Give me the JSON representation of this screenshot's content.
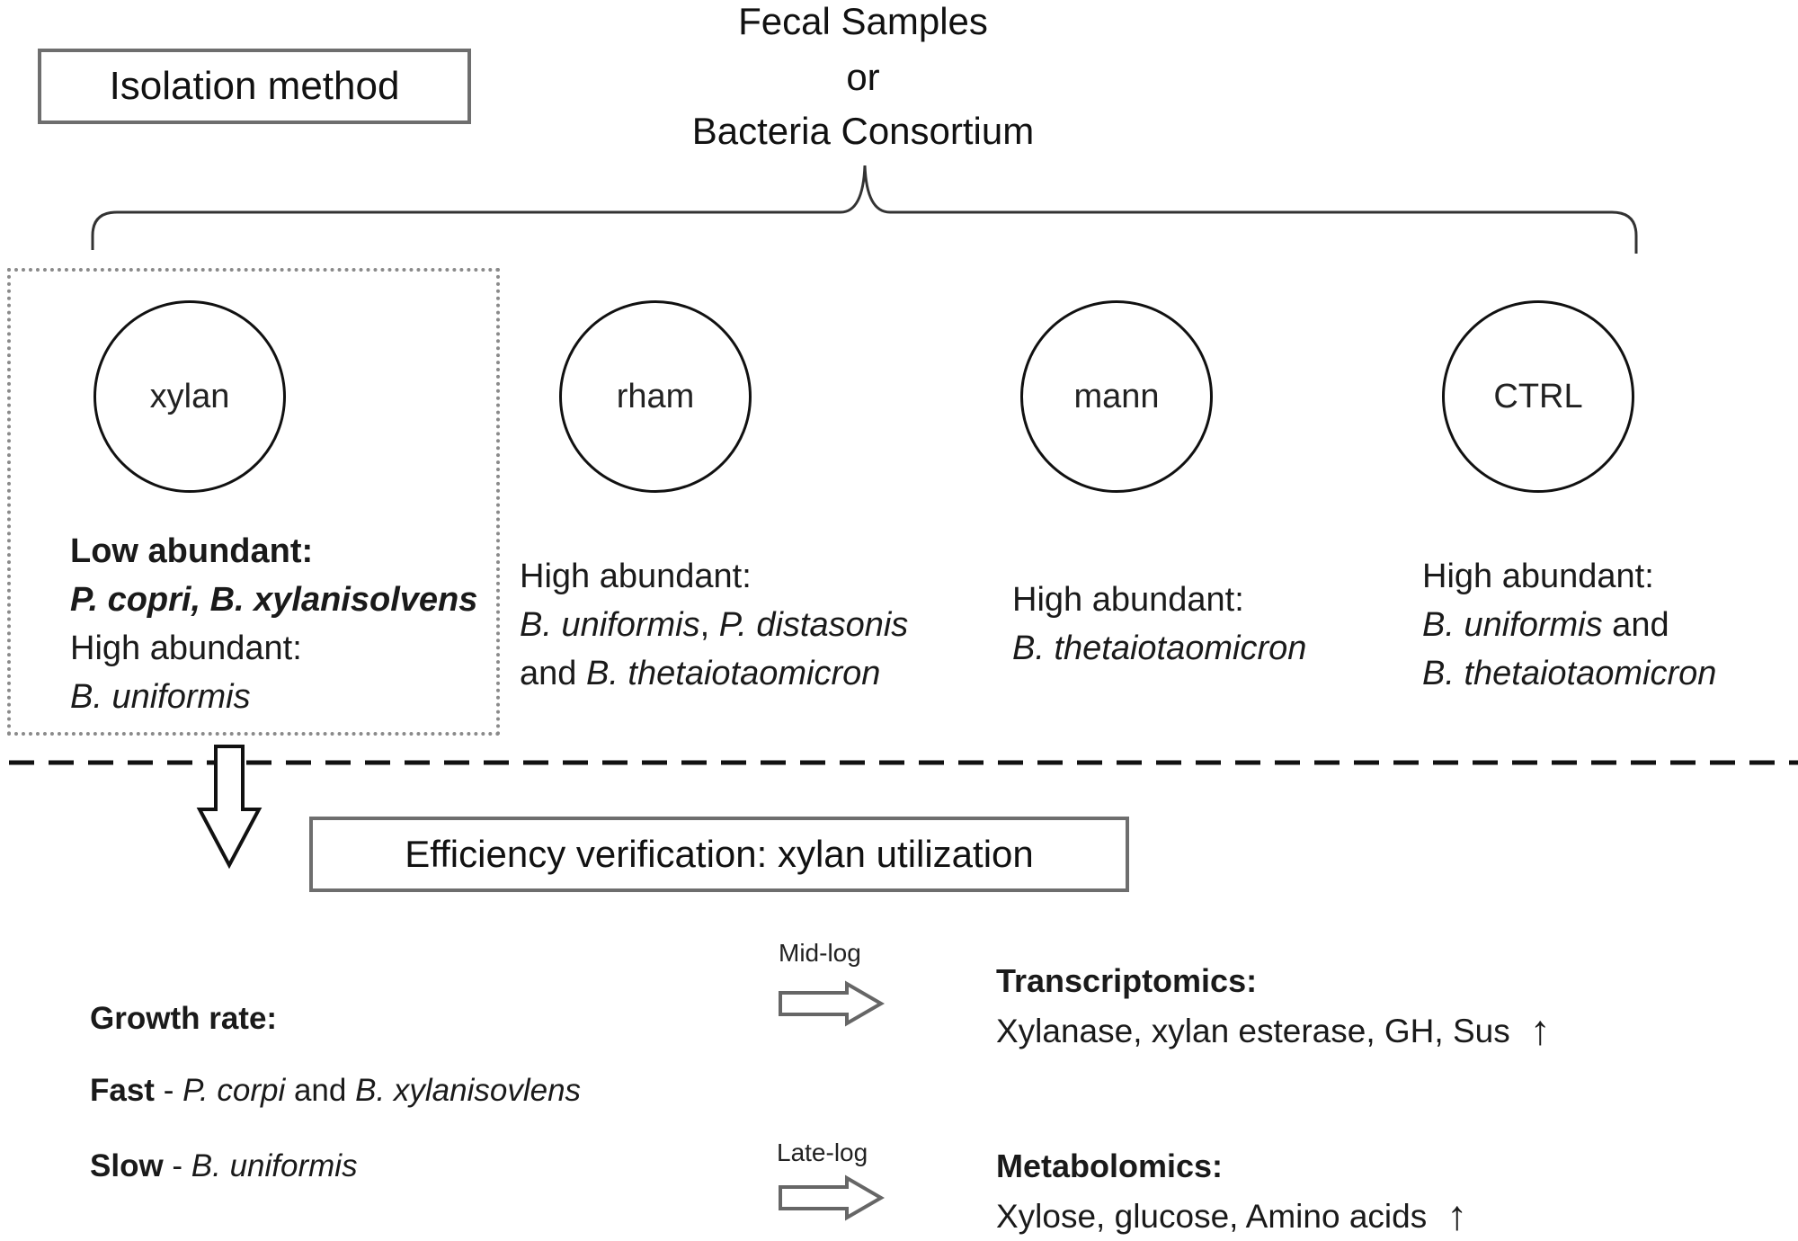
{
  "source": {
    "line1": "Fecal Samples",
    "line2": "or",
    "line3": "Bacteria Consortium"
  },
  "isolation_label": "Isolation method",
  "conditions": [
    {
      "name": "xylan"
    },
    {
      "name": "rham"
    },
    {
      "name": "mann"
    },
    {
      "name": "CTRL"
    }
  ],
  "xylan_text": {
    "low_label": "Low abundant:",
    "low_species": "P. copri, B. xylanisolvens",
    "high_label": "High abundant:",
    "high_species": "B. uniformis"
  },
  "rham_text": {
    "high_label": "High abundant:",
    "species_a": "B. uniformis",
    "sep_a": ", ",
    "species_b": "P. distasonis",
    "conj": "and ",
    "species_c": "B. thetaiotaomicron"
  },
  "mann_text": {
    "high_label": "High abundant:",
    "species": "B. thetaiotaomicron"
  },
  "ctrl_text": {
    "high_label": "High abundant:",
    "species_a": "B. uniformis",
    "conj": " and",
    "species_b": "B. thetaiotaomicron"
  },
  "efficiency_label": "Efficiency verification: xylan utilization",
  "growth": {
    "title": "Growth rate:",
    "fast_label": "Fast",
    "fast_dash": " - ",
    "fast_species_a": "P. corpi",
    "fast_conj": " and ",
    "fast_species_b": "B. xylanisovlens",
    "slow_label": "Slow",
    "slow_dash": " - ",
    "slow_species": "B. uniformis"
  },
  "arrows": {
    "mid": "Mid-log",
    "late": "Late-log"
  },
  "transcriptomics": {
    "title": "Transcriptomics:",
    "items": "Xylanase, xylan esterase, GH, Sus",
    "up": "↑"
  },
  "metabolomics": {
    "title": "Metabolomics:",
    "items": "Xylose, glucose, Amino acids",
    "up": "↑"
  }
}
